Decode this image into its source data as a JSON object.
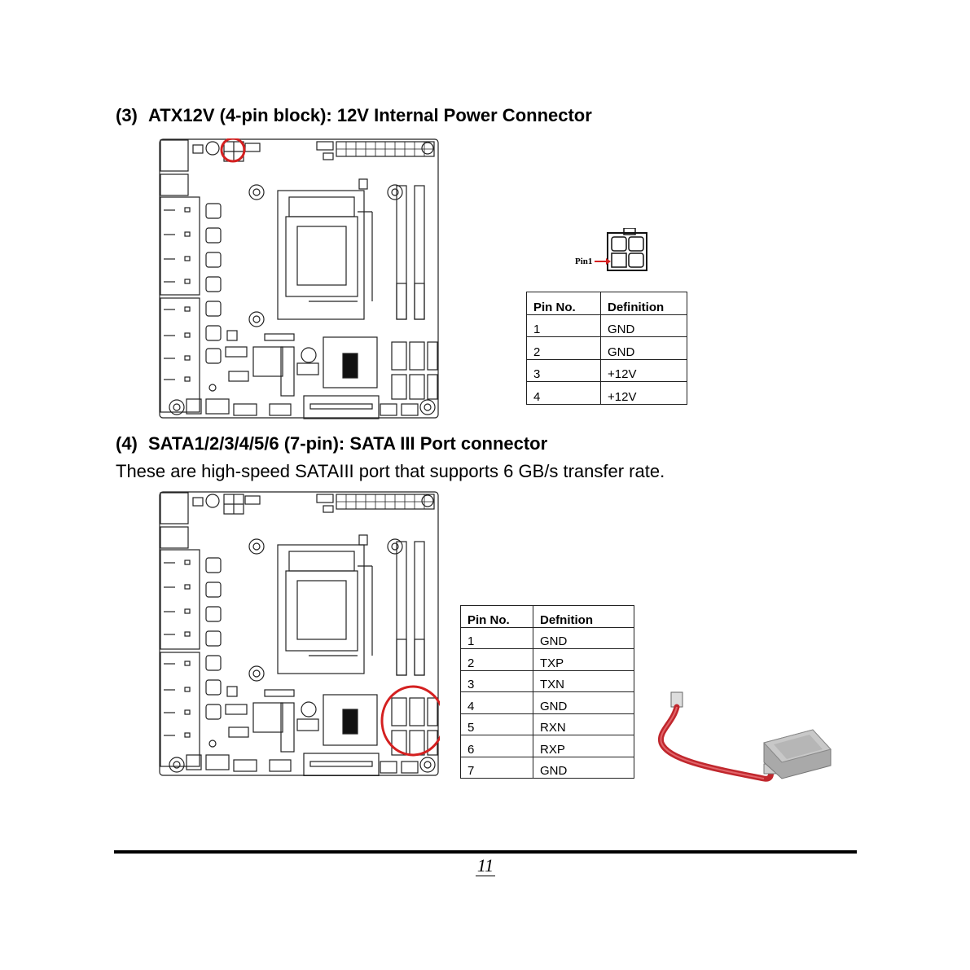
{
  "section3": {
    "number": "(3)",
    "title": "ATX12V (4-pin block): 12V Internal Power Connector",
    "pin_label": "Pin1",
    "table": {
      "headers": [
        "Pin No.",
        "Definition"
      ],
      "rows": [
        [
          "1",
          "GND"
        ],
        [
          "2",
          "GND"
        ],
        [
          "3",
          "+12V"
        ],
        [
          "4",
          "+12V"
        ]
      ]
    }
  },
  "section4": {
    "number": "(4)",
    "title": "SATA1/2/3/4/5/6 (7-pin): SATA III Port connector",
    "description": "These are high-speed SATAIII port that supports 6 GB/s transfer rate.",
    "table": {
      "headers": [
        "Pin No.",
        "Defnition"
      ],
      "rows": [
        [
          "1",
          "GND"
        ],
        [
          "2",
          "TXP"
        ],
        [
          "3",
          "TXN"
        ],
        [
          "4",
          "GND"
        ],
        [
          "5",
          "RXN"
        ],
        [
          "6",
          "RXP"
        ],
        [
          "7",
          "GND"
        ]
      ]
    }
  },
  "footer": {
    "page_number": "11"
  },
  "colors": {
    "highlight": "#d42020",
    "cable": "#c0272d",
    "drive": "#a9a9a9"
  },
  "icons": [
    "motherboard-diagram",
    "atx12v-connector-icon",
    "sata-cable-image"
  ]
}
